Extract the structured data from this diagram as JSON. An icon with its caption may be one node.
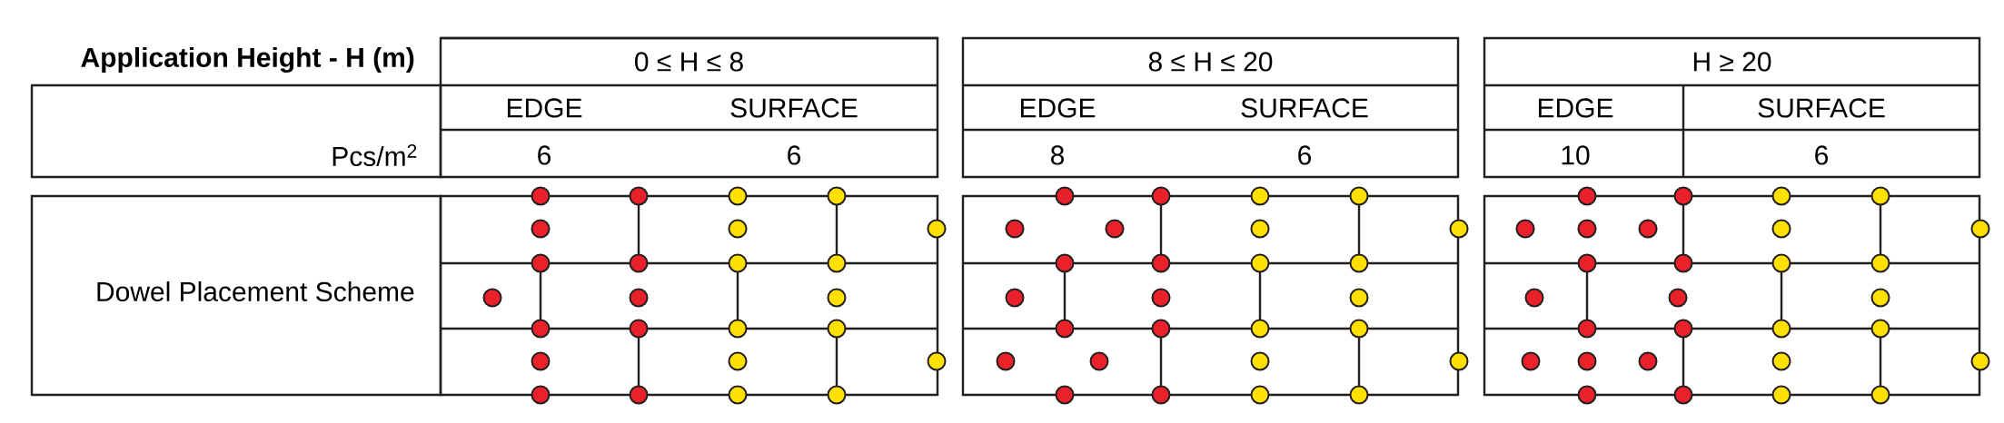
{
  "diagram": {
    "labels": [
      "Application Height - H (m)",
      "0 ≤ H ≤ 8",
      "8 ≤ H ≤ 20",
      "H ≥ 20",
      "EDGE",
      "SURFACE",
      "EDGE",
      "SURFACE",
      "EDGE",
      "SURFACE",
      "Pcs/m$^{2}$",
      "6",
      "6",
      "8",
      "6",
      "10",
      "6",
      "Dowel Placement Scheme"
    ]
  }
}
